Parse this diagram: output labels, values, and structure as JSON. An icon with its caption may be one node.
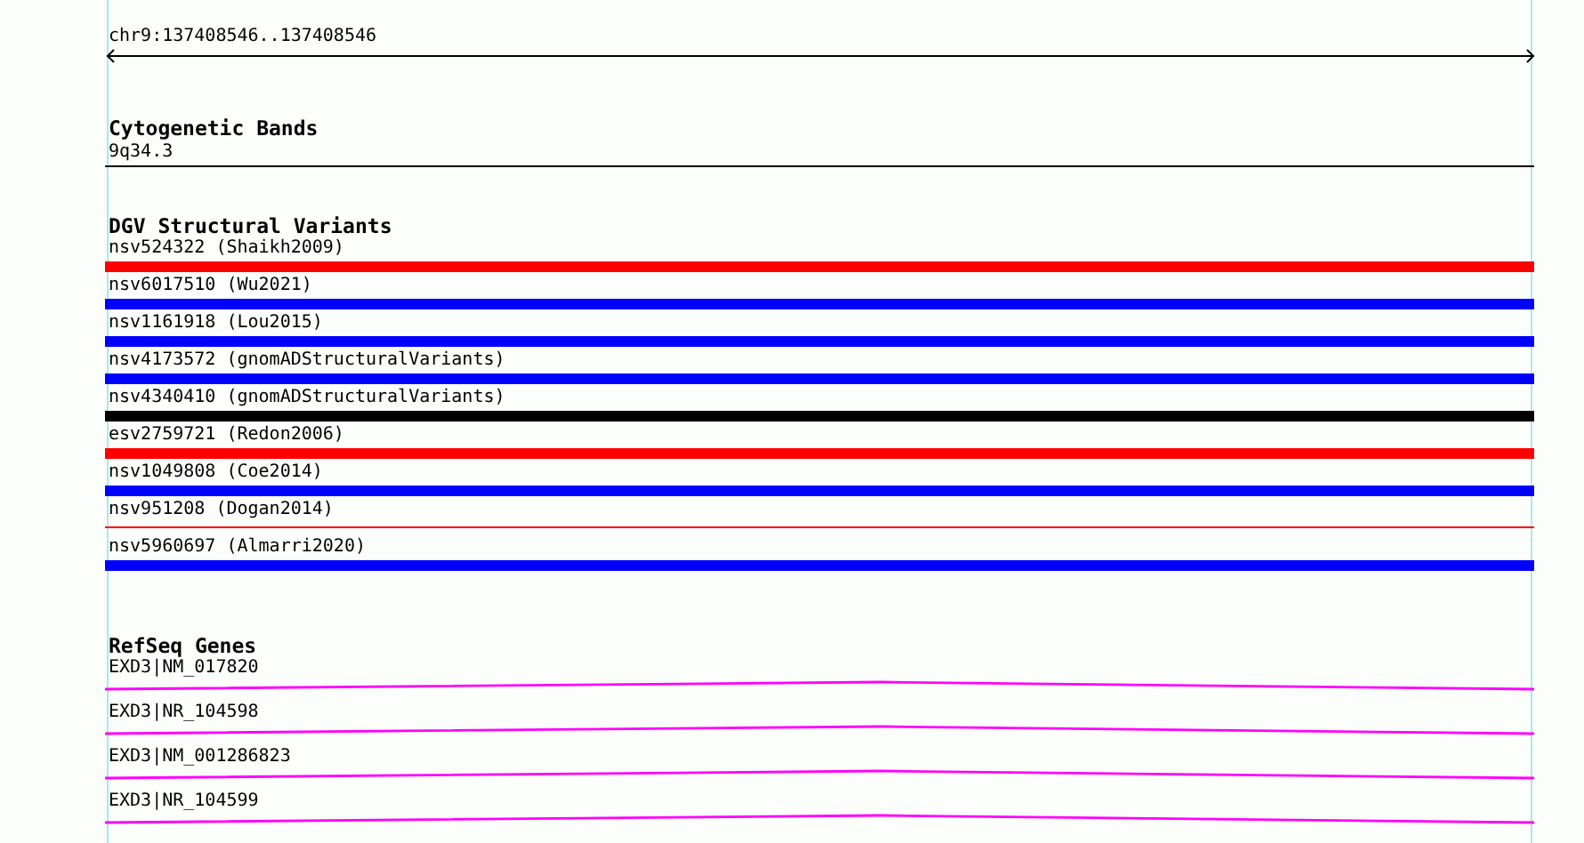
{
  "diagram": {
    "nodes": [
      {
        "text": [
          "9q34.3"
        ]
      },
      {
        "text": [
          "nsv524322 (Shaikh2009)"
        ]
      },
      {
        "text": [
          "nsv6017510 (Wu2021)"
        ]
      },
      {
        "text": [
          "nsv1161918 (Lou2015)"
        ]
      },
      {
        "text": [
          "nsv4173572 (gnomADStructuralVariants)"
        ]
      },
      {
        "text": [
          "nsv4340410 (gnomADStructuralVariants)"
        ]
      },
      {
        "text": [
          "esv2759721 (Redon2006)"
        ]
      },
      {
        "text": [
          "nsv1049808 (Coe2014)"
        ]
      },
      {
        "text": [
          "nsv951208 (Dogan2014)"
        ]
      },
      {
        "text": [
          "nsv5960697 (Almarri2020)"
        ]
      },
      {
        "text": [
          "EXD3|NM_017820"
        ]
      },
      {
        "text": [
          "EXD3|NR_104598"
        ]
      },
      {
        "text": [
          "EXD3|NM_001286823"
        ]
      },
      {
        "text": [
          "EXD3|NR_104599"
        ]
      }
    ],
    "labels": [
      "chr9:137408546..137408546",
      "Cytogenetic Bands",
      "DGV Structural Variants",
      "RefSeq Genes"
    ]
  }
}
